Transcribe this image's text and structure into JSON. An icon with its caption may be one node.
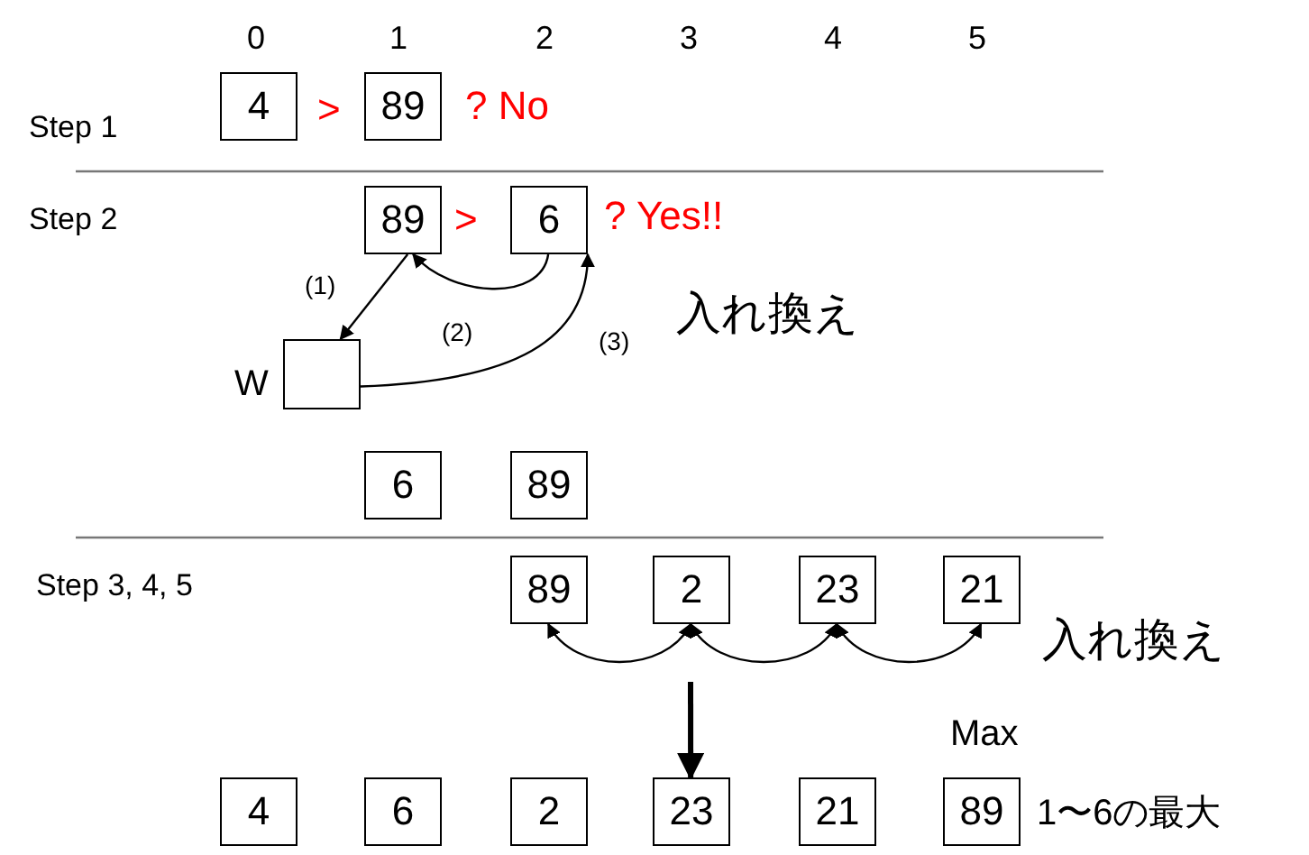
{
  "diagram": {
    "nodes": [
      {
        "text": [
          "4"
        ]
      },
      {
        "text": [
          "89"
        ]
      },
      {
        "text": [
          "89"
        ]
      },
      {
        "text": [
          "6"
        ]
      },
      {
        "text": [],
        "shape": "box",
        "beside": [
          "W"
        ]
      },
      {
        "text": [
          "6"
        ]
      },
      {
        "text": [
          "89"
        ]
      },
      {
        "text": [
          "89"
        ]
      },
      {
        "text": [
          "2"
        ]
      },
      {
        "text": [
          "23"
        ]
      },
      {
        "text": [
          "21"
        ]
      },
      {
        "text": [
          "4"
        ]
      },
      {
        "text": [
          "6"
        ]
      },
      {
        "text": [
          "2"
        ]
      },
      {
        "text": [
          "23"
        ]
      },
      {
        "text": [
          "21"
        ]
      },
      {
        "text": [
          "89"
        ],
        "beside": [
          "Max",
          "1〜6の最大"
        ]
      }
    ],
    "edges": [
      {
        "from": 2,
        "to": 4,
        "arrow": "to",
        "label": "(1)"
      },
      {
        "from": 3,
        "to": 2,
        "arrow": "to",
        "label": "(2)"
      },
      {
        "from": 4,
        "to": 3,
        "arrow": "to",
        "label": "(3)"
      },
      {
        "from": 7,
        "to": 8,
        "arrow": "both"
      },
      {
        "from": 8,
        "to": 9,
        "arrow": "both"
      },
      {
        "from": 9,
        "to": 10,
        "arrow": "both"
      },
      {
        "from": null,
        "to": 14,
        "arrow": "to",
        "style": "thick"
      }
    ],
    "labels": [
      "0",
      "1",
      "2",
      "3",
      "4",
      "5",
      "Step 1",
      ">",
      "? No",
      "Step 2",
      ">",
      "? Yes!!",
      "入れ換え",
      "Step 3, 4, 5",
      "入れ換え"
    ]
  }
}
